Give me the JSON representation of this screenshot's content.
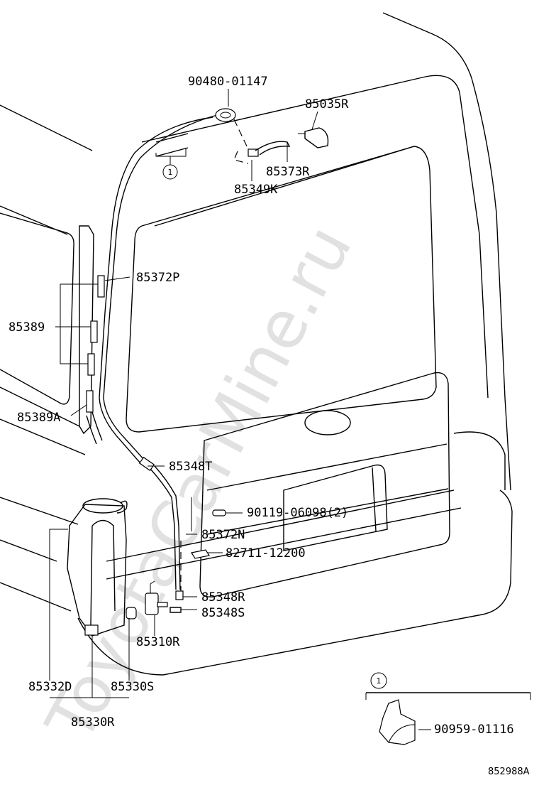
{
  "diagram": {
    "watermark": "ToyotaCarMine.ru",
    "figure_code": "852988A",
    "callout_marker": "1",
    "labels": [
      {
        "id": "p90480",
        "text": "90480-01147"
      },
      {
        "id": "p85035r",
        "text": "85035R"
      },
      {
        "id": "p85373r",
        "text": "85373R"
      },
      {
        "id": "p85349k",
        "text": "85349K"
      },
      {
        "id": "p85372p",
        "text": "85372P"
      },
      {
        "id": "p85389",
        "text": "85389"
      },
      {
        "id": "p85389a",
        "text": "85389A"
      },
      {
        "id": "p85348t",
        "text": "85348T"
      },
      {
        "id": "p90119",
        "text": "90119-06098(2)"
      },
      {
        "id": "p85372n",
        "text": "85372N"
      },
      {
        "id": "p82711",
        "text": "82711-12200"
      },
      {
        "id": "p85348r",
        "text": "85348R"
      },
      {
        "id": "p85348s",
        "text": "85348S"
      },
      {
        "id": "p85310r",
        "text": "85310R"
      },
      {
        "id": "p85332d",
        "text": "85332D"
      },
      {
        "id": "p85330s",
        "text": "85330S"
      },
      {
        "id": "p85330r",
        "text": "85330R"
      },
      {
        "id": "p90959",
        "text": "90959-01116"
      }
    ]
  }
}
